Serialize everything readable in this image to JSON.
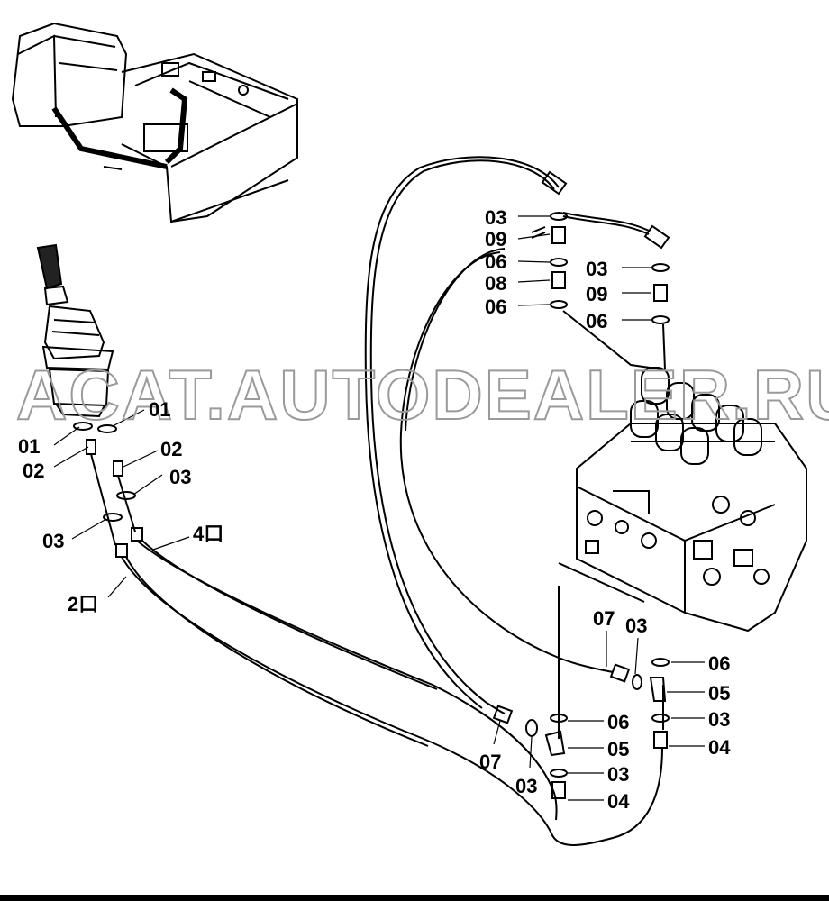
{
  "watermark": "ACAT.AUTODEALER.RU",
  "left_labels": {
    "l01a": "01",
    "l01b": "01",
    "l02a": "02",
    "l02b": "02",
    "l03a": "03",
    "l03b": "03",
    "port2": "2口",
    "port4": "4口"
  },
  "valve_labels": {
    "t03": "03",
    "t09": "09",
    "t06a": "06",
    "t08": "08",
    "t06b": "06",
    "r03": "03",
    "r09": "09",
    "r06": "06"
  },
  "bottom_labels": {
    "b07a": "07",
    "b03a": "03",
    "b06a": "06",
    "b05a": "05",
    "b03b": "03",
    "b04a": "04",
    "b07b": "07",
    "b03c": "03",
    "b06b": "06",
    "b05b": "05",
    "b03d": "03",
    "b04b": "04"
  }
}
